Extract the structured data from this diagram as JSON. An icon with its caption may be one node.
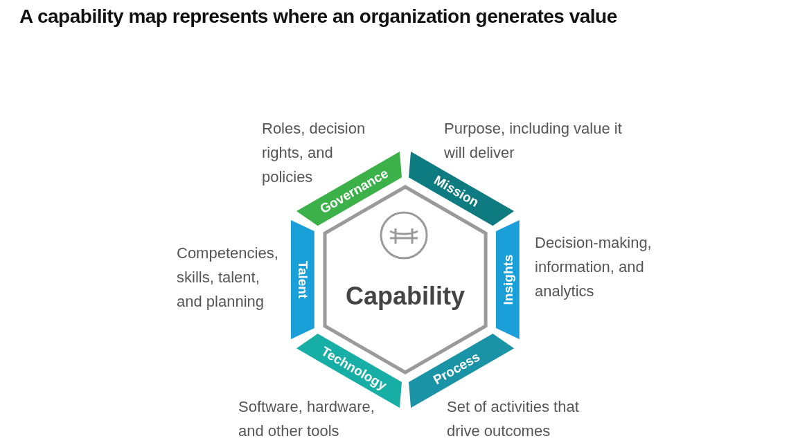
{
  "diagram": {
    "title": "A capability map represents where an organization generates value",
    "nodes": [
      {
        "text": [
          "Governance"
        ],
        "beside": [
          "Roles, decision rights, and policies"
        ]
      },
      {
        "text": [
          "Mission"
        ],
        "beside": [
          "Purpose, including value it will deliver"
        ]
      },
      {
        "text": [
          "Talent"
        ],
        "beside": [
          "Competencies, skills, talent, and planning"
        ]
      },
      {
        "text": [
          "Capability"
        ]
      },
      {
        "text": [
          "Insights"
        ],
        "beside": [
          "Decision-making, information, and analytics"
        ]
      },
      {
        "text": [
          "Technology"
        ],
        "beside": [
          "Software, hardware, and other tools"
        ]
      },
      {
        "text": [
          "Process"
        ],
        "beside": [
          "Set of activities that drive outcomes"
        ]
      }
    ]
  }
}
